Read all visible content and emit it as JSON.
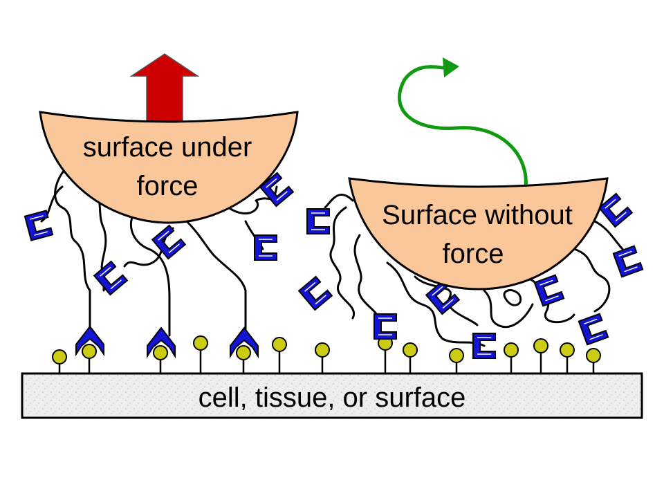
{
  "labels": {
    "surface_under_force_line1": "surface under",
    "surface_under_force_line2": "force",
    "surface_without_force_line1": "Surface without",
    "surface_without_force_line2": "force",
    "base": "cell, tissue, or surface"
  },
  "colors": {
    "surface_fill": "#f9c79a",
    "surface_stroke": "#000000",
    "force_arrow": "#cc0000",
    "random_arrow": "#119911",
    "bond_molecule": "#1414d6",
    "receptor": "#cccc14",
    "base_fill": "#eeeeee"
  },
  "icons": {
    "force_arrow": "up-arrow-icon",
    "random_motion": "wavy-arrow-icon",
    "molecule": "bracket-molecule-icon",
    "receptor": "lollipop-receptor-icon"
  }
}
